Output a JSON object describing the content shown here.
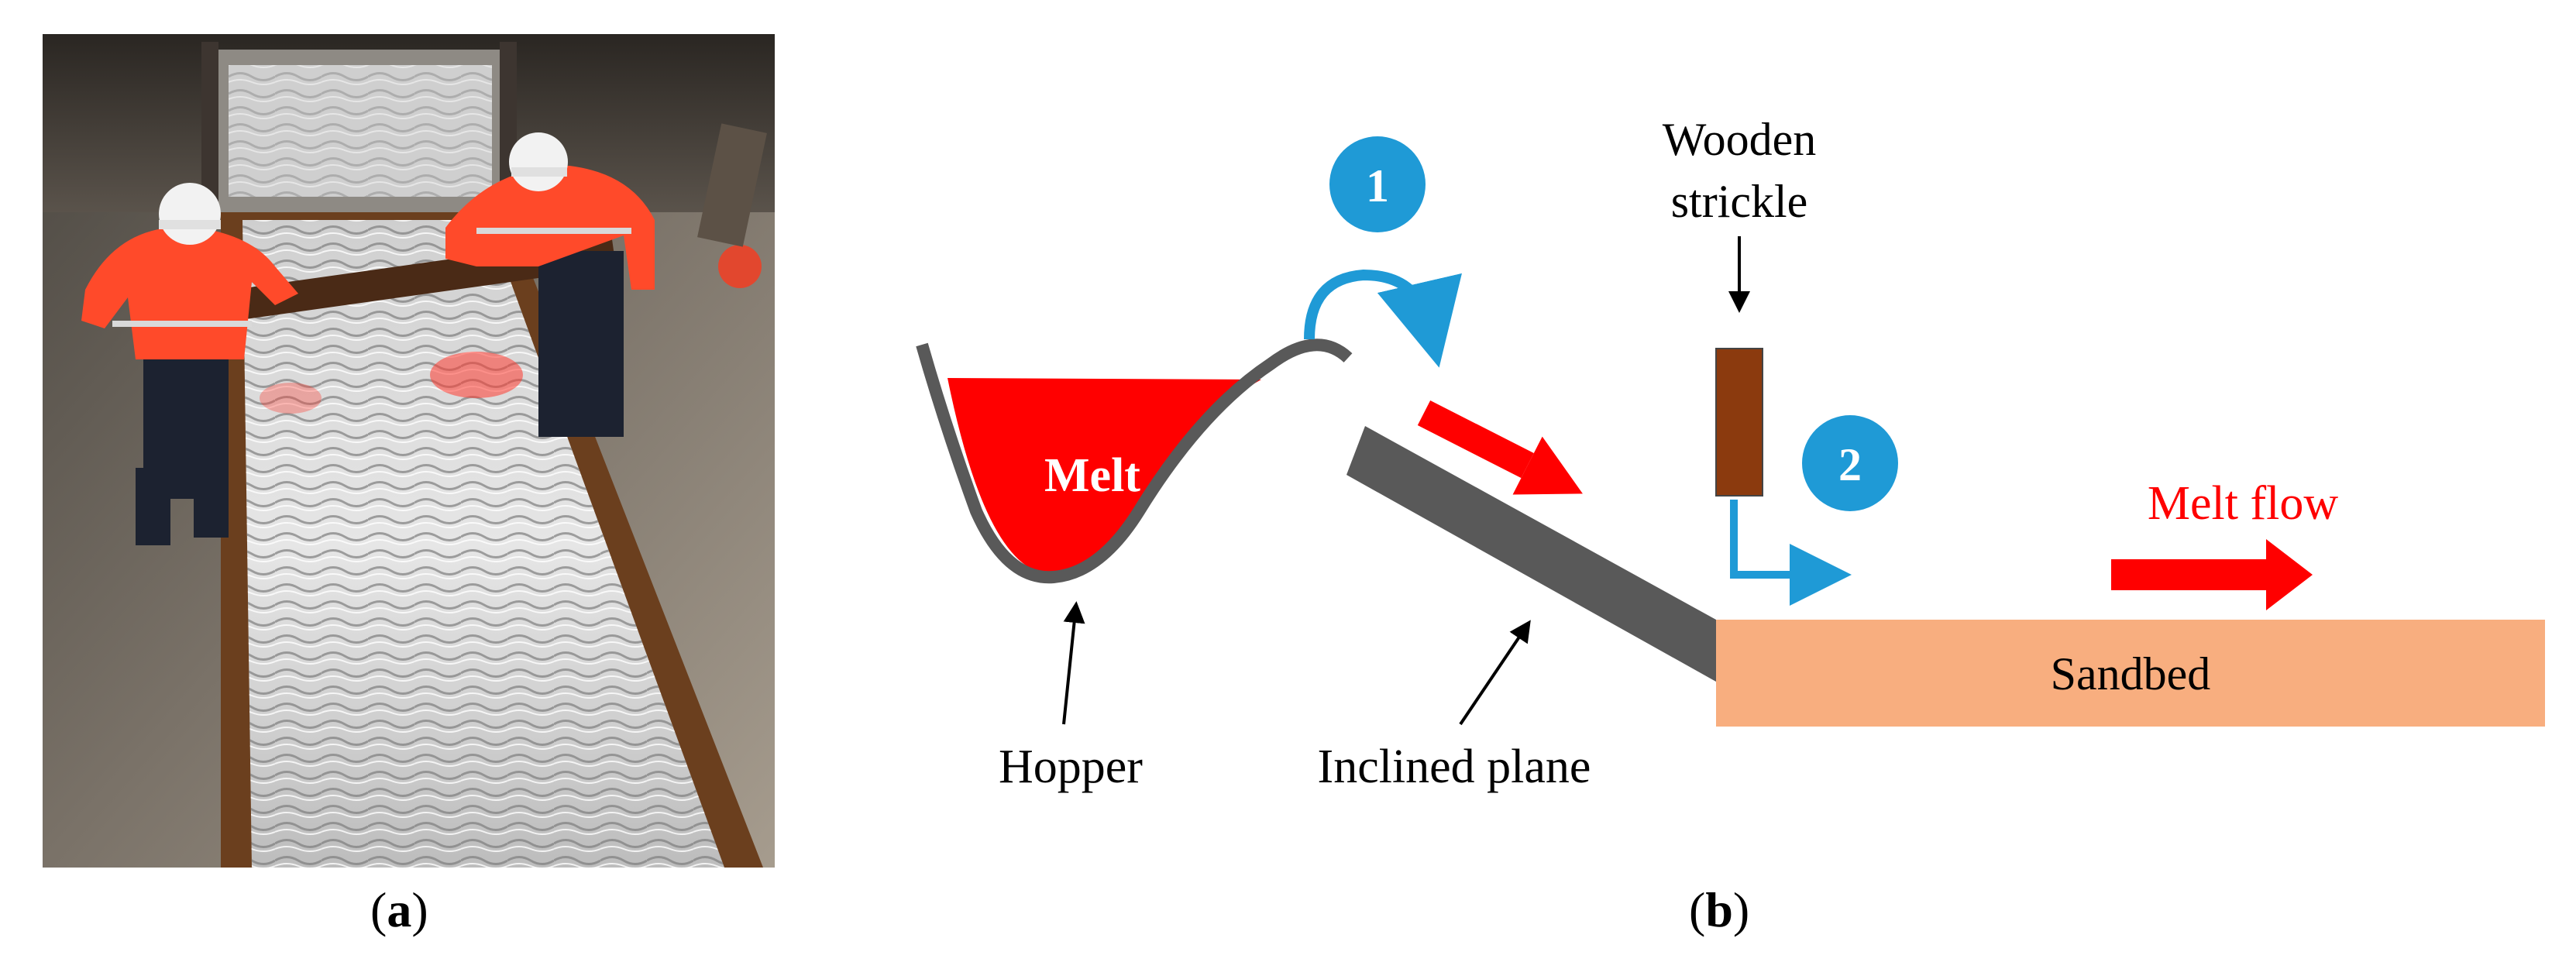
{
  "panel_a": {
    "caption_letter": "a",
    "caption_open": "(",
    "caption_close": ")"
  },
  "panel_b": {
    "caption_letter": "b",
    "caption_open": "(",
    "caption_close": ")",
    "labels": {
      "melt": "Melt",
      "hopper": "Hopper",
      "inclined_plane": "Inclined plane",
      "wooden_strickle_line1": "Wooden",
      "wooden_strickle_line2": "strickle",
      "melt_flow": "Melt flow",
      "sandbed": "Sandbed",
      "step1": "1",
      "step2": "2"
    },
    "colors": {
      "melt": "#ff0000",
      "steel": "#595959",
      "sandbed": "#f8ae7f",
      "strickle": "#8b3a0e",
      "step_circle": "#1f9ad6",
      "arrow_red": "#ff0000",
      "arrow_blue": "#1f9ad6"
    }
  }
}
